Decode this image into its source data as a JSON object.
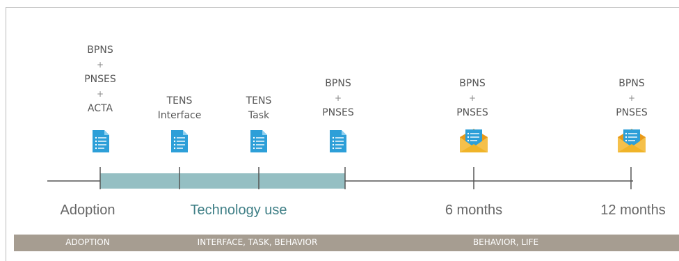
{
  "columns": [
    {
      "lines": [
        "BPNS",
        "+",
        "PNSES",
        "+",
        "ACTA"
      ],
      "icon": "survey-document-icon"
    },
    {
      "lines": [
        "TENS",
        "Interface"
      ],
      "icon": "survey-document-icon"
    },
    {
      "lines": [
        "TENS",
        "Task"
      ],
      "icon": "survey-document-icon"
    },
    {
      "lines": [
        "BPNS",
        "+",
        "PNSES"
      ],
      "icon": "survey-document-icon"
    },
    {
      "lines": [
        "BPNS",
        "+",
        "PNSES"
      ],
      "icon": "email-survey-icon"
    },
    {
      "lines": [
        "BPNS",
        "+",
        "PNSES"
      ],
      "icon": "email-survey-icon"
    }
  ],
  "milestones": {
    "adoption": "Adoption",
    "technology_use": "Technology use",
    "six_months": "6 months",
    "twelve_months": "12 months"
  },
  "phases": {
    "adoption": "ADOPTION",
    "interface_task_behavior": "INTERFACE, TASK, BEHAVIOR",
    "behavior_life": "BEHAVIOR, LIFE"
  },
  "colors": {
    "timeline_line": "#555555",
    "usage_band": "#95bfc3",
    "phase_bar": "#a69d91",
    "document_icon": "#2d9fd8",
    "envelope": "#f0b429",
    "technology_use_text": "#3f7f86"
  }
}
